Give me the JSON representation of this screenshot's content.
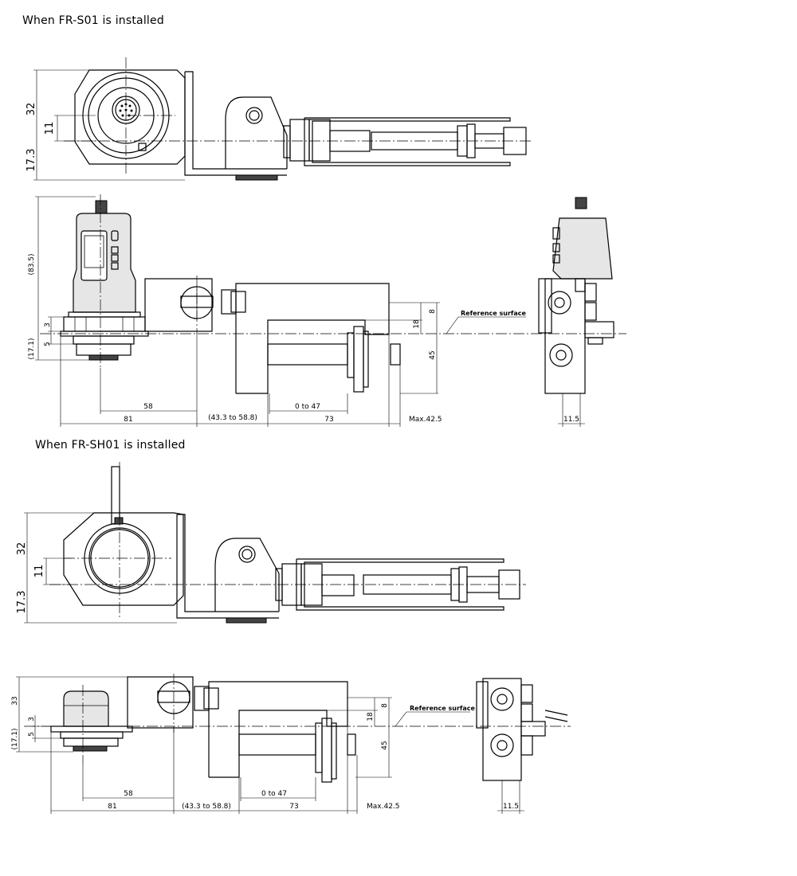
{
  "sections": [
    {
      "heading": "When FR-S01 is installed"
    },
    {
      "heading": "When FR-SH01 is installed"
    }
  ],
  "dims_s01_top": {
    "d32": "32",
    "d11": "11",
    "d17_3": "17.3"
  },
  "dims_s01_side": {
    "d83_5": "(83.5)",
    "d3": "3",
    "d17_1": "(17.1)",
    "d5": "5",
    "d58": "58",
    "d81": "81",
    "d43": "(43.3 to 58.8)",
    "d0_47": "0 to 47",
    "d73": "73",
    "dmax": "Max.42.5",
    "d8": "8",
    "d18": "18",
    "d45": "45",
    "ref": "Reference surface",
    "d11_5": "11.5"
  },
  "dims_sh01_top": {
    "d32": "32",
    "d11": "11",
    "d17_3": "17.3"
  },
  "dims_sh01_side": {
    "d33": "33",
    "d3": "3",
    "d17_1": "(17.1)",
    "d5": "5",
    "d58": "58",
    "d81": "81",
    "d43": "(43.3 to 58.8)",
    "d0_47": "0 to 47",
    "d73": "73",
    "dmax": "Max.42.5",
    "d8": "8",
    "d18": "18",
    "d45": "45",
    "ref": "Reference surface",
    "d11_5": "11.5"
  }
}
